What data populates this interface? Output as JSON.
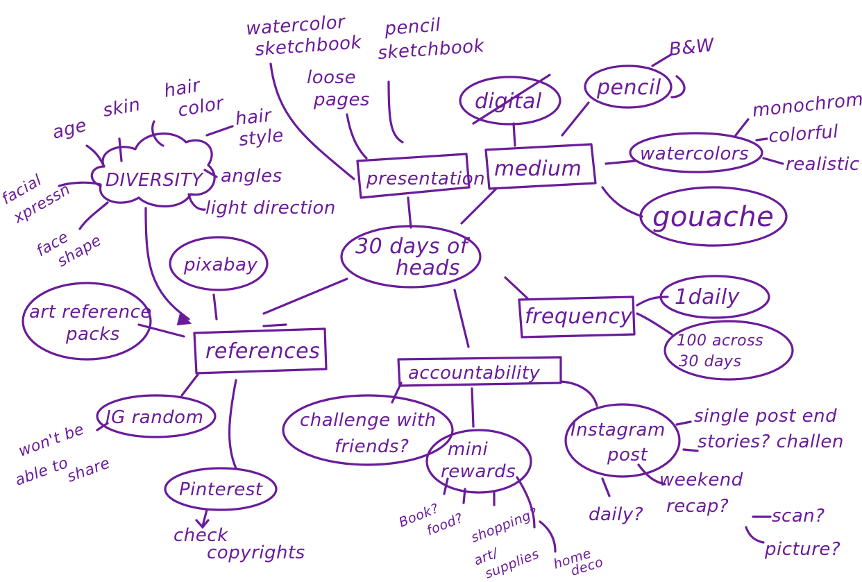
{
  "ink_color": "#6a1b9a",
  "center": {
    "line1": "30 days of",
    "line2": "heads"
  },
  "nodes": {
    "presentation": "presentation",
    "medium": "medium",
    "references": "references",
    "frequency": "frequency",
    "accountability": "accountability",
    "diversity": "DIVERSITY",
    "digital": "digital",
    "pencil": "pencil",
    "watercolors": "watercolors",
    "gouache": "gouache",
    "pixabay": "pixabay",
    "art_reference_packs": {
      "line1": "art reference",
      "line2": "packs"
    },
    "ig_random": "IG random",
    "pinterest": "Pinterest",
    "one_daily": "1daily",
    "hundred_across": {
      "line1": "100 across",
      "line2": "30 days"
    },
    "challenge_friends": {
      "line1": "challenge with",
      "line2": "friends?"
    },
    "mini_rewards": {
      "line1": "mini",
      "line2": "rewards"
    },
    "instagram_post": {
      "line1": "Instagram",
      "line2": "post"
    }
  },
  "leaves": {
    "watercolor_sketchbook": {
      "line1": "watercolor",
      "line2": "sketchbook"
    },
    "pencil_sketchbook": {
      "line1": "pencil",
      "line2": "sketchbook"
    },
    "loose_pages": {
      "line1": "loose",
      "line2": "pages"
    },
    "bw": "B&W",
    "monochrome": "monochrome",
    "colorful": "colorful",
    "realistic": "realistic",
    "age": "age",
    "skin": "skin",
    "hair_color": {
      "line1": "hair",
      "line2": "color"
    },
    "hair_style": {
      "line1": "hair",
      "line2": "style"
    },
    "angles": "angles",
    "light_direction": "light direction",
    "facial_expression": {
      "line1": "facial",
      "line2": "xpressn"
    },
    "face_shape": {
      "line1": "face",
      "line2": "shape"
    },
    "wont_be_able": {
      "line1": "won't be",
      "line2": "able to",
      "line3": "share"
    },
    "check_copyrights": {
      "line1": "check",
      "line2": "copyrights"
    },
    "book": "Book?",
    "food": "food?",
    "shopping": "shopping?",
    "art_supplies": {
      "line1": "art/",
      "line2": "supplies"
    },
    "home_deco": {
      "line1": "home",
      "line2": "deco"
    },
    "single_post": "single post end",
    "stories": "stories? challen",
    "weekend_recap": {
      "line1": "weekend",
      "line2": "recap?"
    },
    "daily_q": "daily?",
    "scan": "scan?",
    "picture": "picture?"
  }
}
